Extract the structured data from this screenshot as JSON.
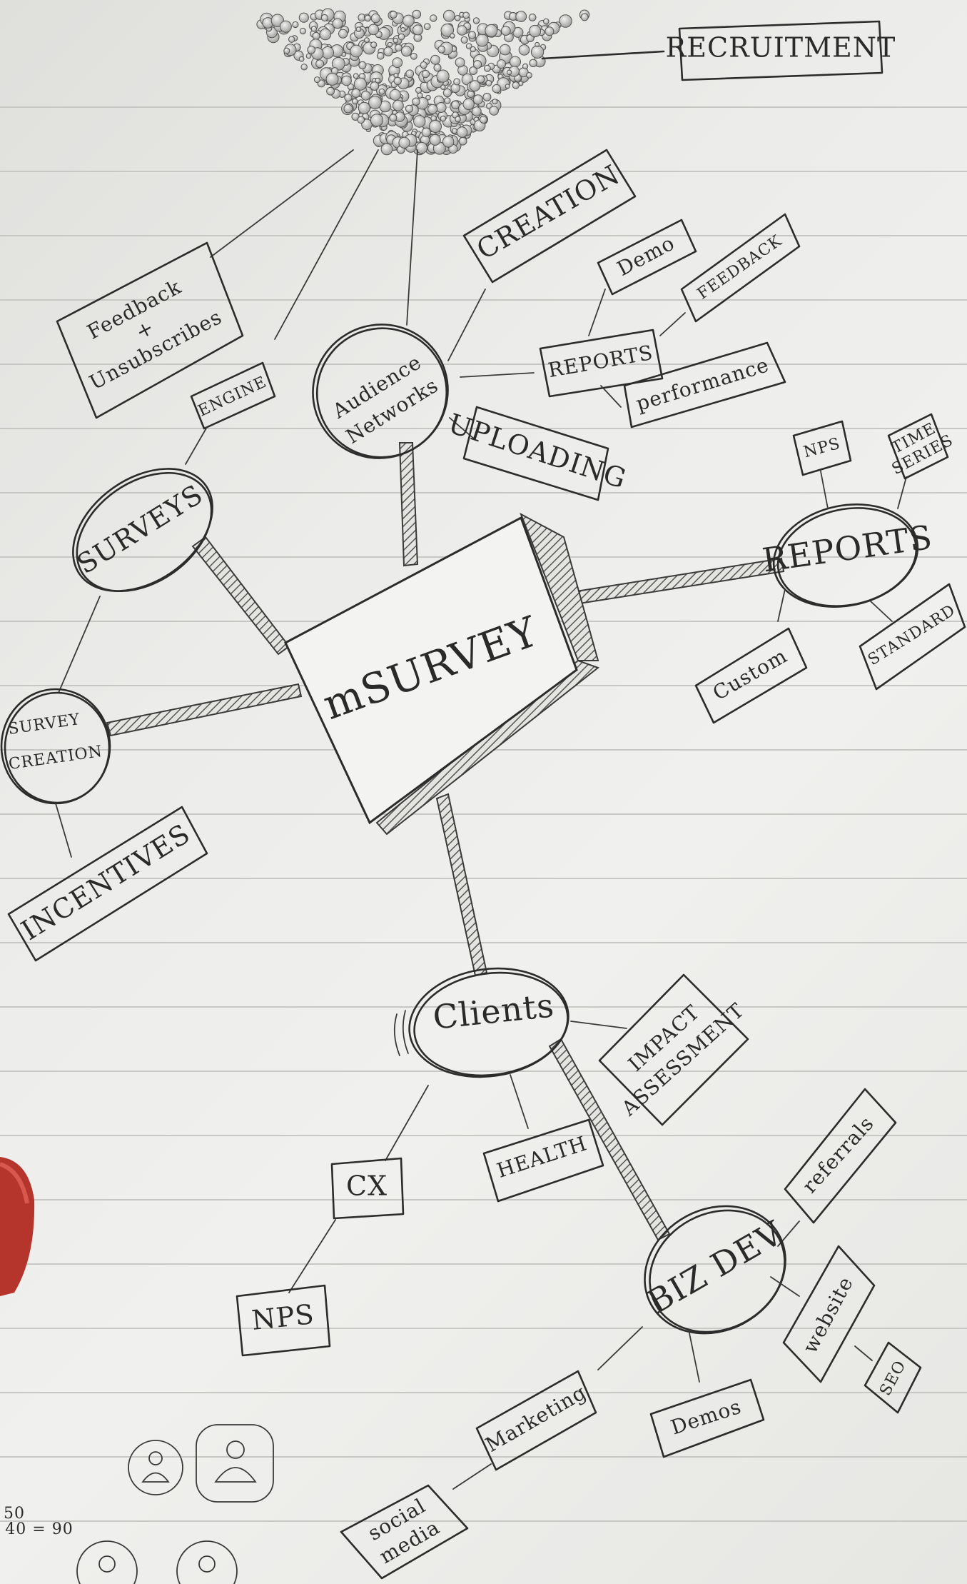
{
  "title": "mSURVEY",
  "recruitment": "RECRUITMENT",
  "engine": "ENGINE",
  "feedback_unsubscribes": [
    "Feedback",
    "+",
    "Unsubscribes"
  ],
  "creation_top": "CREATION",
  "audience_networks": [
    "Audience",
    "Networks"
  ],
  "uploading": "UPLOADING",
  "reports_small": "REPORTS",
  "demo": "Demo",
  "feedback": "FEEDBACK",
  "performance": "performance",
  "surveys": "SURVEYS",
  "survey_creation": [
    "SURVEY",
    "CREATION"
  ],
  "incentives": "INCENTIVES",
  "reports_big": "REPORTS",
  "nps_top": "NPS",
  "time_series": [
    "TIME",
    "SERIES"
  ],
  "custom": "Custom",
  "standard": "STANDARD",
  "clients": "Clients",
  "impact_assessment": [
    "IMPACT",
    "ASSESSMENT"
  ],
  "health": "HEALTH",
  "cx": "CX",
  "nps_bottom": "NPS",
  "referrals": "referrals",
  "biz_dev": "BIZ DEV",
  "website": "website",
  "seo": "SEO",
  "demos": "Demos",
  "marketing": "Marketing",
  "social_media": [
    "social",
    "media"
  ],
  "margin_note": [
    "50",
    "40 = 90"
  ],
  "ink_color": "#2c2c2c",
  "paper_color": "#ececea"
}
